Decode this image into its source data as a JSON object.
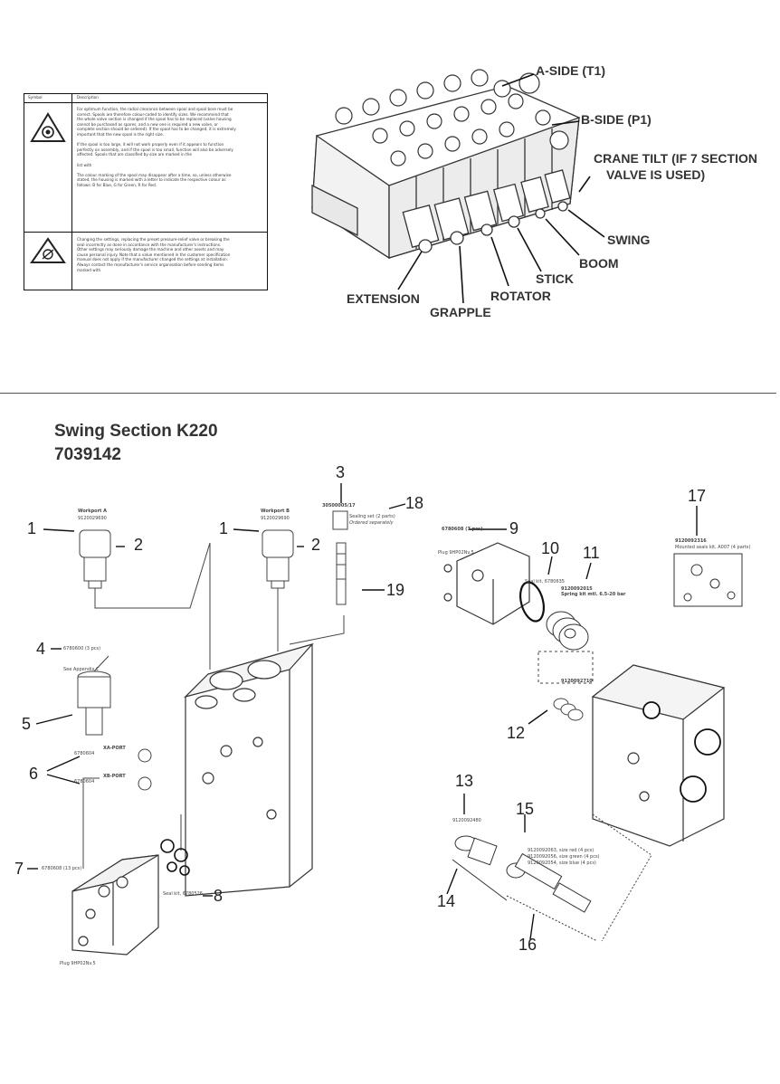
{
  "top_section": {
    "symbol_table": {
      "header": {
        "col1": "Symbol",
        "col2": "Description"
      },
      "row1_text": [
        "For optimum function, the radial clearance between spool and spool bore must be",
        "correct. Spools are therefore colour-coded to identify sizes. We recommend that",
        "the whole valve section is changed if the spool has to be replaced (valve housing",
        "cannot be purchased as spares, and a new one is required a new valve, or",
        "complete section should be ordered). If the spool has to be changed, it is extremely",
        "important that the new spool is the right size.",
        "",
        "If the spool is too large, it will not work properly even if it appears to function",
        "perfectly on assembly, and if the spool is too small, function will also be adversely",
        "affected. Spools that are classified by size are marked in the",
        "",
        "list with",
        "",
        "The colour marking of the spool may disappear after a time, so, unless otherwise",
        "stated, the housing is marked with a letter to indicate the respective colour as",
        "follows: B for Blue, G for Green, R for Red."
      ],
      "row2_text": [
        "Changing the settings, replacing the preset pressure-relief valve or breaking the",
        "seal incorrectly as done in accordance with the manufacturer's instructions.",
        "Other settings may seriously damage the machine and other assets and may",
        "cause personal injury. Note that a value mentioned in the customer specification",
        "manual does not apply if the manufacturer changed the settings at installation.",
        "Always contact the manufacturer's service organisation before sending items",
        "marked with"
      ]
    },
    "valve_callouts": [
      "A-SIDE (T1)",
      "B-SIDE (P1)",
      "CRANE TILT (IF 7 SECTION",
      "VALVE IS USED)",
      "SWING",
      "BOOM",
      "STICK",
      "ROTATOR",
      "EXTENSION",
      "GRAPPLE"
    ]
  },
  "bottom_section": {
    "title_line1": "Swing Section K220",
    "title_line2": "7039142",
    "part_numbers": [
      "1",
      "2",
      "1",
      "2",
      "3",
      "18",
      "19",
      "4",
      "5",
      "6",
      "7",
      "8",
      "9",
      "10",
      "11",
      "12",
      "13",
      "14",
      "15",
      "16",
      "17"
    ],
    "small_labels": {
      "workport_a": "Workport A",
      "workport_a_no": "9120029690",
      "workport_b": "Workport B",
      "workport_b_no": "9120029690",
      "item3_no": "30500005/17",
      "item18_desc": "Sealing set (2 parts)",
      "item18_note": "Ordered separately",
      "item4_no": "6780600 (3 pcs)",
      "item4_note": "See Appendix C",
      "xa_port": "XA-PORT",
      "xb_port": "XB-PORT",
      "item6_no": "6780604",
      "item7_no": "6780608 (13 pcs)",
      "item8_no": "Seal kit, 6780526",
      "item9_no": "6780608 (7 pcs)",
      "item10_no": "Seal kit, 6780635",
      "item11_no": "9120092015",
      "item11_desc": "Spring kit mtl. 6.5-20 bar",
      "item12_no": "9120092710",
      "item13_no": "9120092480",
      "item15_l1": "9120092063, size red (4 pcs)",
      "item15_l2": "9120092056, size green (4 pcs)",
      "item15_l3": "9120092054, size blue (4 pcs)",
      "item17_no": "9120092316",
      "item17_desc": "Mounted seals kit, A007 (4 parts)",
      "plug": "Plug 9HP02Nv.5"
    }
  },
  "colors": {
    "ink": "#222222",
    "line": "#444444",
    "divider": "#555555"
  }
}
